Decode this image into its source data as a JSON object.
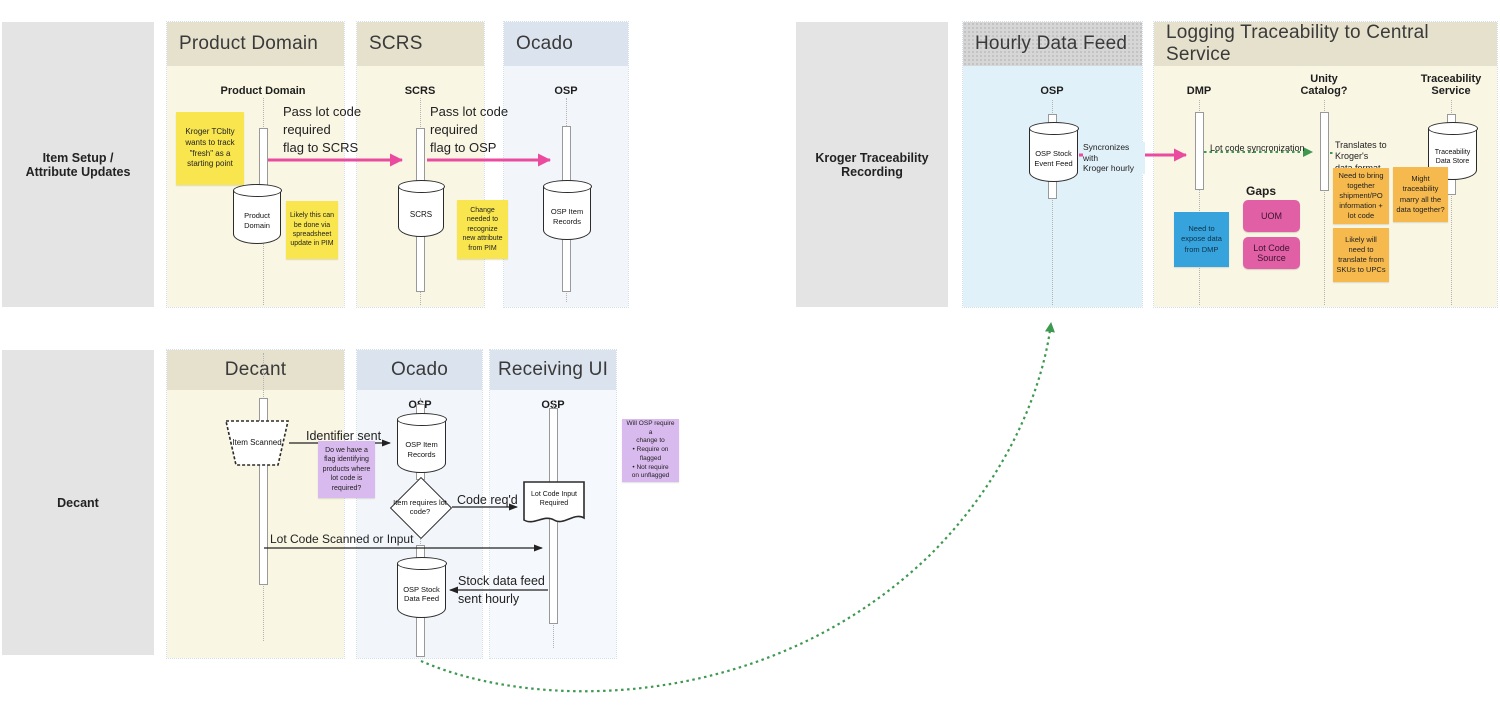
{
  "colors": {
    "pink_arrow": "#ea4b9f",
    "green_arrow": "#3d9950",
    "yellow_sticky": "#f9e64e",
    "purple_sticky": "#d9baee",
    "blue_sticky": "#36a3dc",
    "orange_sticky": "#f6b94d",
    "pink_gap": "#e160a5"
  },
  "top": {
    "lane_label": "Item Setup /\nAttribute Updates",
    "product_domain": {
      "title": "Product Domain",
      "actor": "Product Domain",
      "db": "Product Domain",
      "sticky_kroger": "Kroger TCblty wants to track \"fresh\" as a starting point",
      "sticky_spreadsheet": "Likely this can be done via spreadsheet update in PIM"
    },
    "msg_pass_scrs": "Pass lot code\nrequired\nflag to SCRS",
    "scrs": {
      "title": "SCRS",
      "actor": "SCRS",
      "db": "SCRS",
      "sticky_change": "Change needed to recognize new attribute from PIM"
    },
    "msg_pass_osp": "Pass lot code\nrequired\nflag to OSP",
    "ocado": {
      "title": "Ocado",
      "actor": "OSP",
      "db": "OSP Item Records"
    }
  },
  "trace": {
    "lane_label": "Kroger Traceability\nRecording",
    "hourly": {
      "title": "Hourly Data Feed",
      "actor": "OSP",
      "db": "OSP Stock Event Feed"
    },
    "msg_sync": "Syncronizes with\nKroger hourly",
    "logging": {
      "title": "Logging Traceability to Central Service",
      "actor_dmp": "DMP",
      "actor_unity": "Unity\nCatalog?",
      "actor_trace": "Traceability\nService",
      "msg_lot_sync": "Lot code syncronization",
      "msg_translate": "Translates to Kroger's\ndata format",
      "db_trace": "Traceability Data Store",
      "sticky_expose": "Need to expose data from DMP",
      "gaps_label": "Gaps",
      "gap_uom": "UOM",
      "gap_lot_source": "Lot Code Source",
      "sticky_shipment": "Need to bring together shipment/PO information + lot code",
      "sticky_marry": "Might traceability marry all the data together?",
      "sticky_skus": "Likely will need to translate from SKUs to UPCs"
    }
  },
  "decant": {
    "lane_label": "Decant",
    "col_decant": "Decant",
    "col_ocado": "Ocado",
    "col_receiving": "Receiving UI",
    "actor_ocado": "OSP",
    "actor_receiving": "OSP",
    "item_scanned": "Item Scanned",
    "msg_identifier": "Identifier sent",
    "sticky_flag": "Do we have a flag identifying products where lot code is required?",
    "db_item_records": "OSP Item Records",
    "decision": "Item requires lot code?",
    "msg_code_reqd": "Code req'd",
    "doc_lot_input": "Lot Code Input Required",
    "msg_lot_scanned": "Lot Code Scanned or Input",
    "db_stock_feed": "OSP Stock Data Feed",
    "msg_stock_hourly": "Stock data feed\nsent hourly",
    "sticky_osp_change": "Will OSP require a\nchange to\n• Require on\nflagged\n• Not require\non unflagged"
  }
}
